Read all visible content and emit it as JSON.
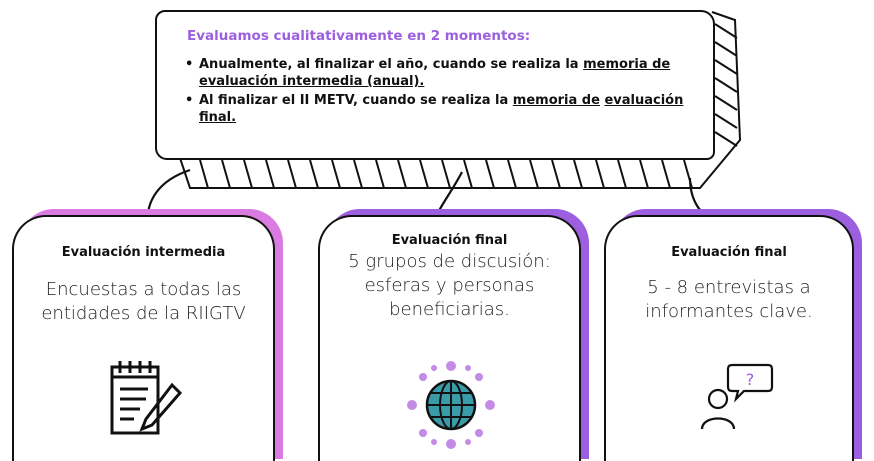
{
  "top": {
    "title": "Evaluamos cualitativamente en 2 momentos:",
    "b1_text": "Anualmente, al finalizar el año, cuando se realiza la",
    "b1_link": "memoria de evaluación intermedia (anual).",
    "b2_text": "Al finalizar el II METV, cuando se realiza la",
    "b2_link1": "memoria de",
    "b2_link2": "evaluación final."
  },
  "cards": [
    {
      "title": "Evaluación intermedia",
      "line1": "Encuestas a todas las",
      "line2": "entidades de la RIIGTV",
      "icon": "notepad-pencil-icon",
      "accent": "#d97be0"
    },
    {
      "title": "Evaluación final",
      "line1": "5 grupos de discusión:",
      "line2": "esferas y personas",
      "line3": "beneficiarias.",
      "icon": "globe-network-icon",
      "accent": "#9b5fe0"
    },
    {
      "title": "Evaluación final",
      "line1": "5 - 8 entrevistas  a",
      "line2": "informantes clave.",
      "icon": "person-question-icon",
      "accent": "#9b5fe0"
    }
  ],
  "colors": {
    "purple": "#9b5fe0",
    "pink": "#d97be0",
    "ink": "#111111"
  }
}
